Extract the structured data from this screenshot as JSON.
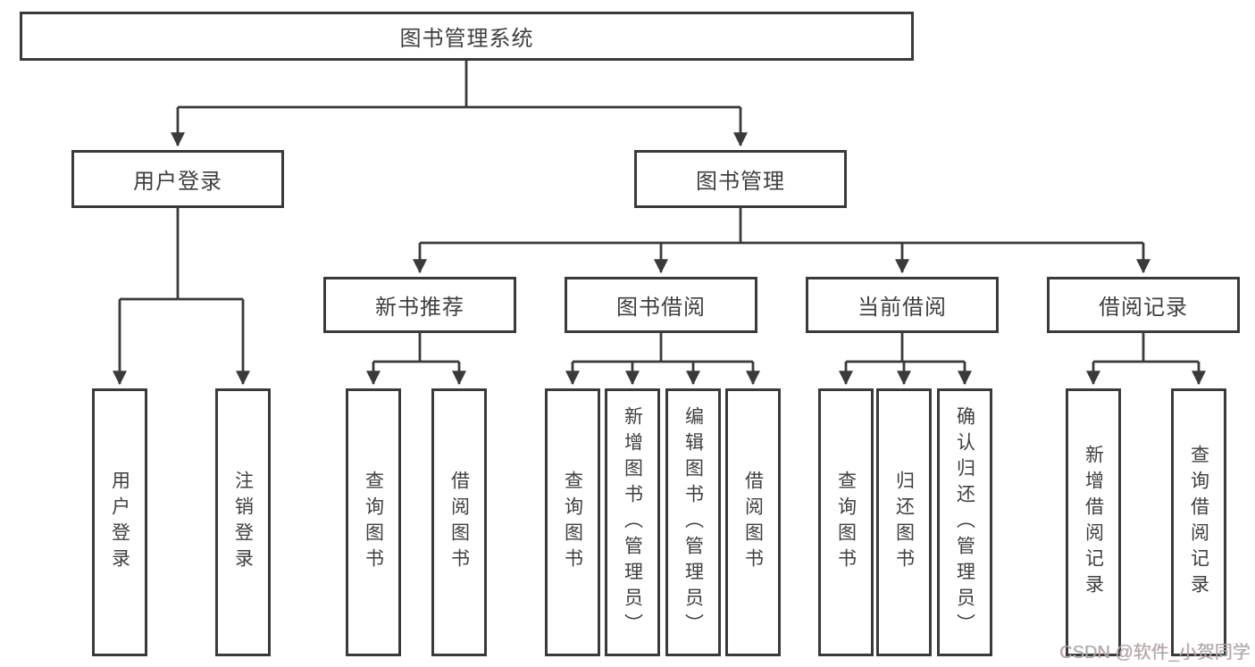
{
  "diagram": {
    "root": {
      "label": "图书管理系统"
    },
    "branches": [
      {
        "label": "用户登录",
        "children": [
          {
            "label": "用户登录"
          },
          {
            "label": "注销登录"
          }
        ]
      },
      {
        "label": "图书管理",
        "children": [
          {
            "label": "新书推荐",
            "children": [
              {
                "label": "查询图书"
              },
              {
                "label": "借阅图书"
              }
            ]
          },
          {
            "label": "图书借阅",
            "children": [
              {
                "label": "查询图书"
              },
              {
                "label": "新增图书（管理员）"
              },
              {
                "label": "编辑图书（管理员）"
              },
              {
                "label": "借阅图书"
              }
            ]
          },
          {
            "label": "当前借阅",
            "children": [
              {
                "label": "查询图书"
              },
              {
                "label": "归还图书"
              },
              {
                "label": "确认归还（管理员）"
              }
            ]
          },
          {
            "label": "借阅记录",
            "children": [
              {
                "label": "新增借阅记录"
              },
              {
                "label": "查询借阅记录"
              }
            ]
          }
        ]
      }
    ]
  },
  "colors": {
    "line": "#3a3a3a",
    "box_border": "#3a3a3a",
    "text": "#3f3f3f",
    "watermark_text": "#a9a9a9"
  },
  "watermark": {
    "text": "CSDN @软件_小贺同学"
  }
}
